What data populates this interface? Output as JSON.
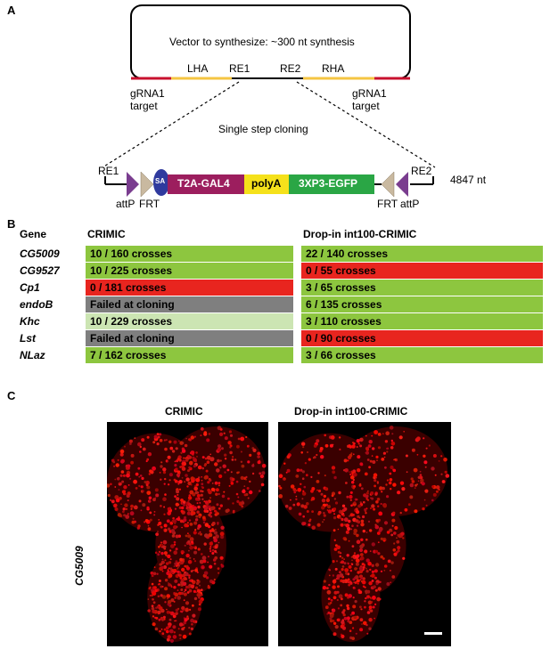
{
  "panel_a": {
    "letter": "A",
    "vector_text": "Vector to synthesize:  ~300 nt synthesis",
    "labels": {
      "lha": "LHA",
      "re1": "RE1",
      "re2": "RE2",
      "rha": "RHA"
    },
    "grna_left": [
      "gRNA1",
      "target"
    ],
    "grna_right": [
      "gRNA1",
      "target"
    ],
    "cloning_text": "Single step cloning",
    "construct": {
      "re1": "RE1",
      "re2": "RE2",
      "sa": "SA",
      "t2a": "T2A-GAL4",
      "polya": "polyA",
      "egfp": "3XP3-EGFP",
      "attp_left": "attP",
      "frt_left": "FRT",
      "frt_right": "FRT",
      "attp_right": "attP",
      "size": "4847 nt"
    },
    "colors": {
      "t2a": "#9c1e5e",
      "polya": "#f5e11b",
      "egfp": "#2aa645",
      "sa": "#2f3a9e",
      "attp": "#7a3d8f",
      "frt": "#c9b9a0",
      "lha_line": "#f5c542",
      "red_line": "#c8102e"
    }
  },
  "panel_b": {
    "letter": "B",
    "headers": {
      "gene": "Gene",
      "crimic": "CRIMIC",
      "dropin": "Drop-in int100-CRIMIC"
    },
    "rows": [
      {
        "gene": "CG5009",
        "crimic": "10 / 160 crosses",
        "crimic_color": "#8dc63f",
        "dropin": "22 / 140 crosses",
        "dropin_color": "#8dc63f"
      },
      {
        "gene": "CG9527",
        "crimic": "10 / 225 crosses",
        "crimic_color": "#8dc63f",
        "dropin": "0 / 55 crosses",
        "dropin_color": "#e8251f"
      },
      {
        "gene": "Cp1",
        "crimic": "0 / 181 crosses",
        "crimic_color": "#e8251f",
        "dropin": "3 / 65 crosses",
        "dropin_color": "#8dc63f"
      },
      {
        "gene": "endoB",
        "crimic": "Failed at cloning",
        "crimic_color": "#7f7f7f",
        "dropin": "6 / 135 crosses",
        "dropin_color": "#8dc63f"
      },
      {
        "gene": "Khc",
        "crimic": "10 / 229 crosses",
        "crimic_color": "#cce5b3",
        "dropin": "3 / 110 crosses",
        "dropin_color": "#8dc63f"
      },
      {
        "gene": "Lst",
        "crimic": "Failed at cloning",
        "crimic_color": "#7f7f7f",
        "dropin": "0 / 90 crosses",
        "dropin_color": "#e8251f"
      },
      {
        "gene": "NLaz",
        "crimic": "7 / 162 crosses",
        "crimic_color": "#8dc63f",
        "dropin": "3 / 66 crosses",
        "dropin_color": "#8dc63f"
      }
    ]
  },
  "panel_c": {
    "letter": "C",
    "title_left": "CRIMIC",
    "title_right": "Drop-in int100-CRIMIC",
    "row_label": "CG5009"
  }
}
